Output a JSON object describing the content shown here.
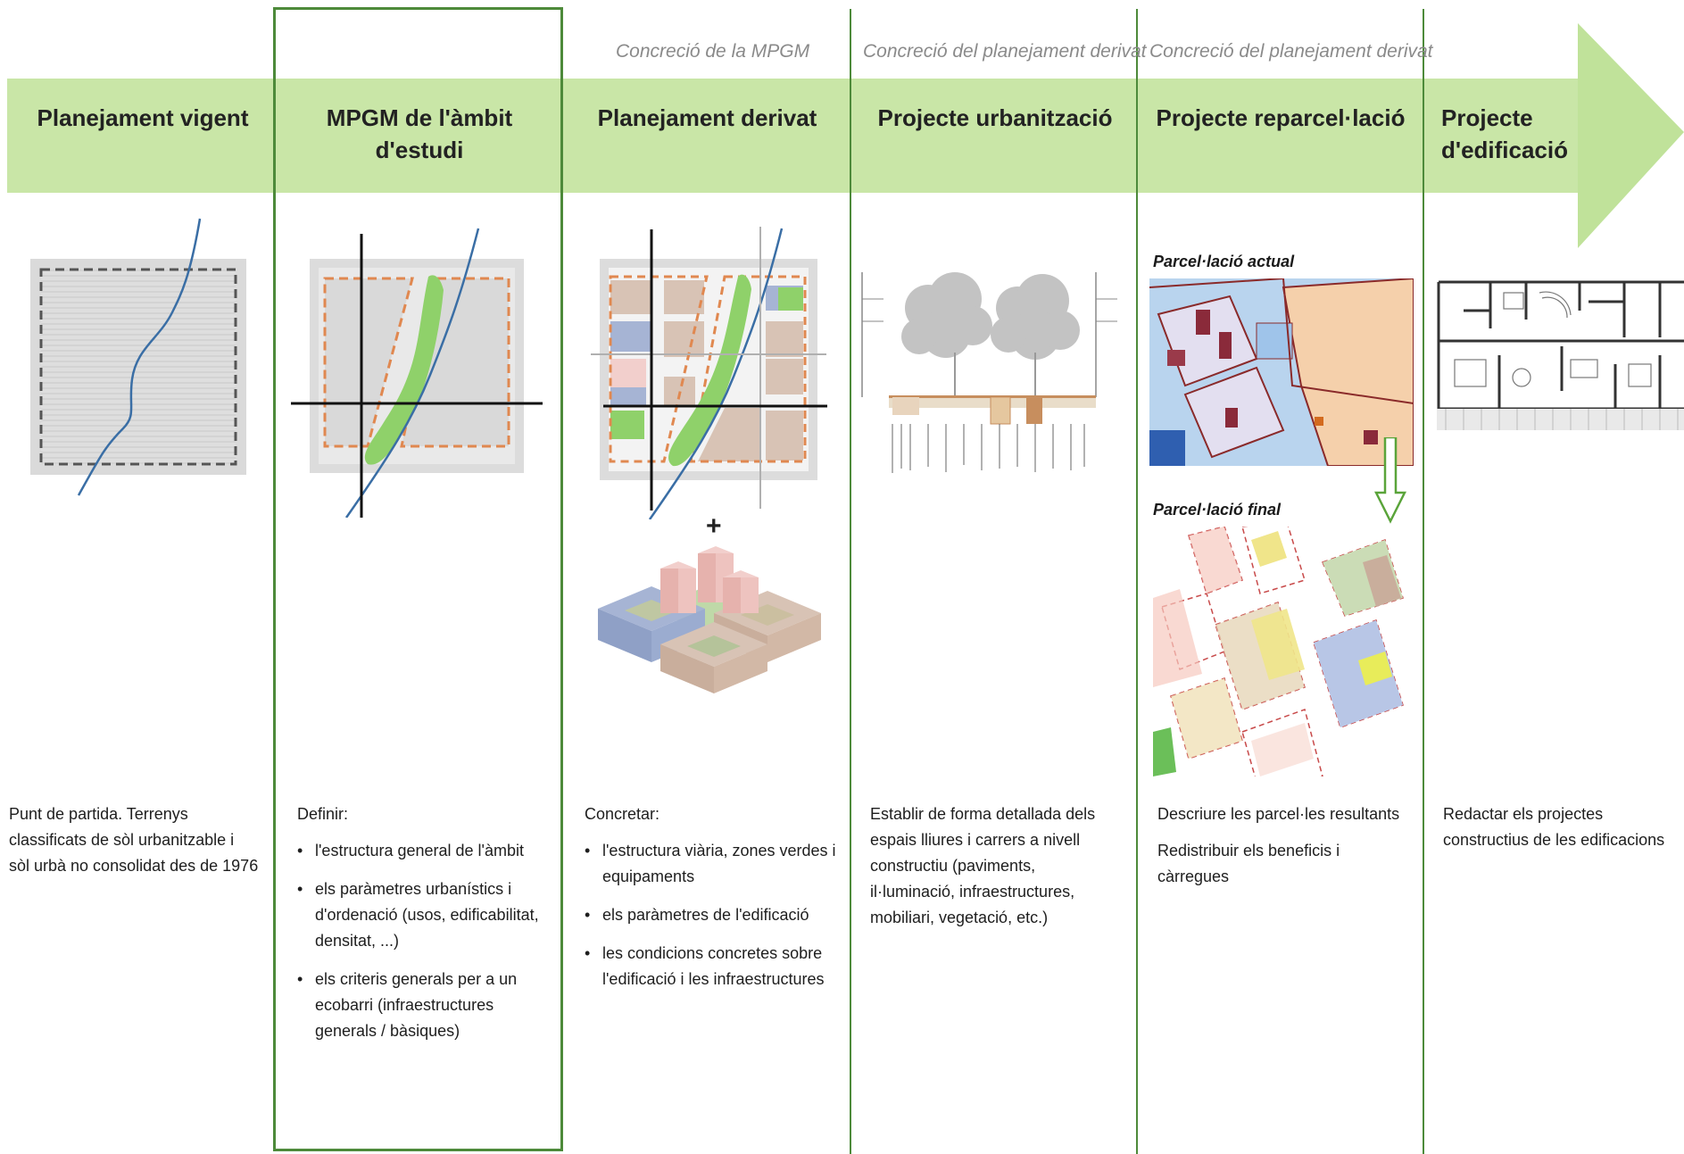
{
  "colors": {
    "arrow_fill": "#c9e6a7",
    "arrow_head": "#b7dc8f",
    "divider": "#4d8a3a",
    "subtitle": "#8a8a8a",
    "river": "#3a6ea5",
    "green_zone": "#8fd16a",
    "dashed_border": "#e08850",
    "residential": "#d8c3b5",
    "equipment_blue": "#a6b4d4",
    "equipment_pink": "#f2cfcc"
  },
  "stages": [
    {
      "subtitle": "",
      "title": "Planejament vigent",
      "desc_paragraphs": [
        "Punt de partida. Terrenys classificats de sòl urbanitzable i sòl urbà no consolidat des de 1976"
      ]
    },
    {
      "subtitle": "",
      "title": "MPGM de l'àmbit d'estudi",
      "desc_intro": "Definir:",
      "bullets": [
        "l'estructura general de l'àmbit",
        "els paràmetres urbanístics i d'ordenació (usos, edificabilitat, densitat, ...)",
        "els criteris generals per a un ecobarri (infraestructures generals / bàsiques)"
      ]
    },
    {
      "subtitle": "Concreció de la MPGM",
      "title": "Planejament derivat",
      "desc_intro": "Concretar:",
      "bullets": [
        "l'estructura viària, zones verdes i equipaments",
        "els paràmetres de l'edificació",
        "les condicions concretes sobre l'edificació i les infraestructures"
      ],
      "plus": "+"
    },
    {
      "subtitle": "Concreció del planejament derivat",
      "title": "Projecte urbanització",
      "desc_paragraphs": [
        "Establir de forma detallada dels espais lliures i carrers a nivell constructiu (paviments, il·luminació, infraestructures, mobiliari, vegetació, etc.)"
      ]
    },
    {
      "subtitle": "Concreció del planejament derivat",
      "title": "Projecte reparcel·lació",
      "map_label_top": "Parcel·lació actual",
      "map_label_bottom": "Parcel·lació final",
      "desc_paragraphs": [
        "Descriure les parcel·les resultants",
        "Redistribuir els beneficis i càrregues"
      ]
    },
    {
      "subtitle": "",
      "title": "Projecte d'edificació",
      "desc_paragraphs": [
        "Redactar els projectes constructius de les edificacions"
      ]
    }
  ]
}
